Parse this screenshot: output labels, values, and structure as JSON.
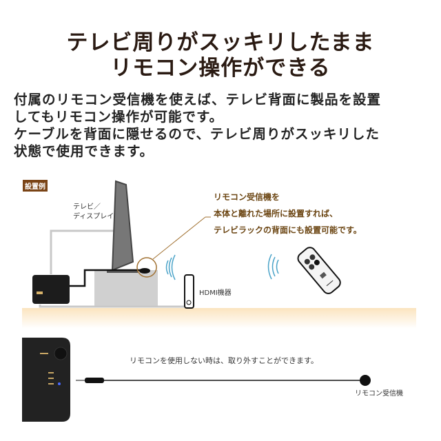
{
  "title": {
    "line1": "テレビ周りがスッキリしたまま",
    "line2": "リモコン操作ができる"
  },
  "body": [
    "付属のリモコン受信機を使えば、テレビ背面に製品を設置",
    "してもリモコン操作が可能です。",
    "ケーブルを背面に隠せるので、テレビ周りがスッキリした",
    "状態で使用できます。"
  ],
  "diagram": {
    "badge": "設置例",
    "tv_label": [
      "テレビ／",
      "ディスプレイ"
    ],
    "note": [
      "リモコン受信機を",
      "本体と離れた場所に設置すれば、",
      "テレビラックの背面にも設置可能です。"
    ],
    "hdmi_device_label": "HDMI機器"
  },
  "bottom": {
    "caption": "リモコンを使用しない時は、取り外すことができます。",
    "receiver_label": "リモコン受信機"
  },
  "colors": {
    "title": "#2a1a12",
    "badge": "#7a4416",
    "note": "#6b4512",
    "floor": "#fbe4bf"
  }
}
